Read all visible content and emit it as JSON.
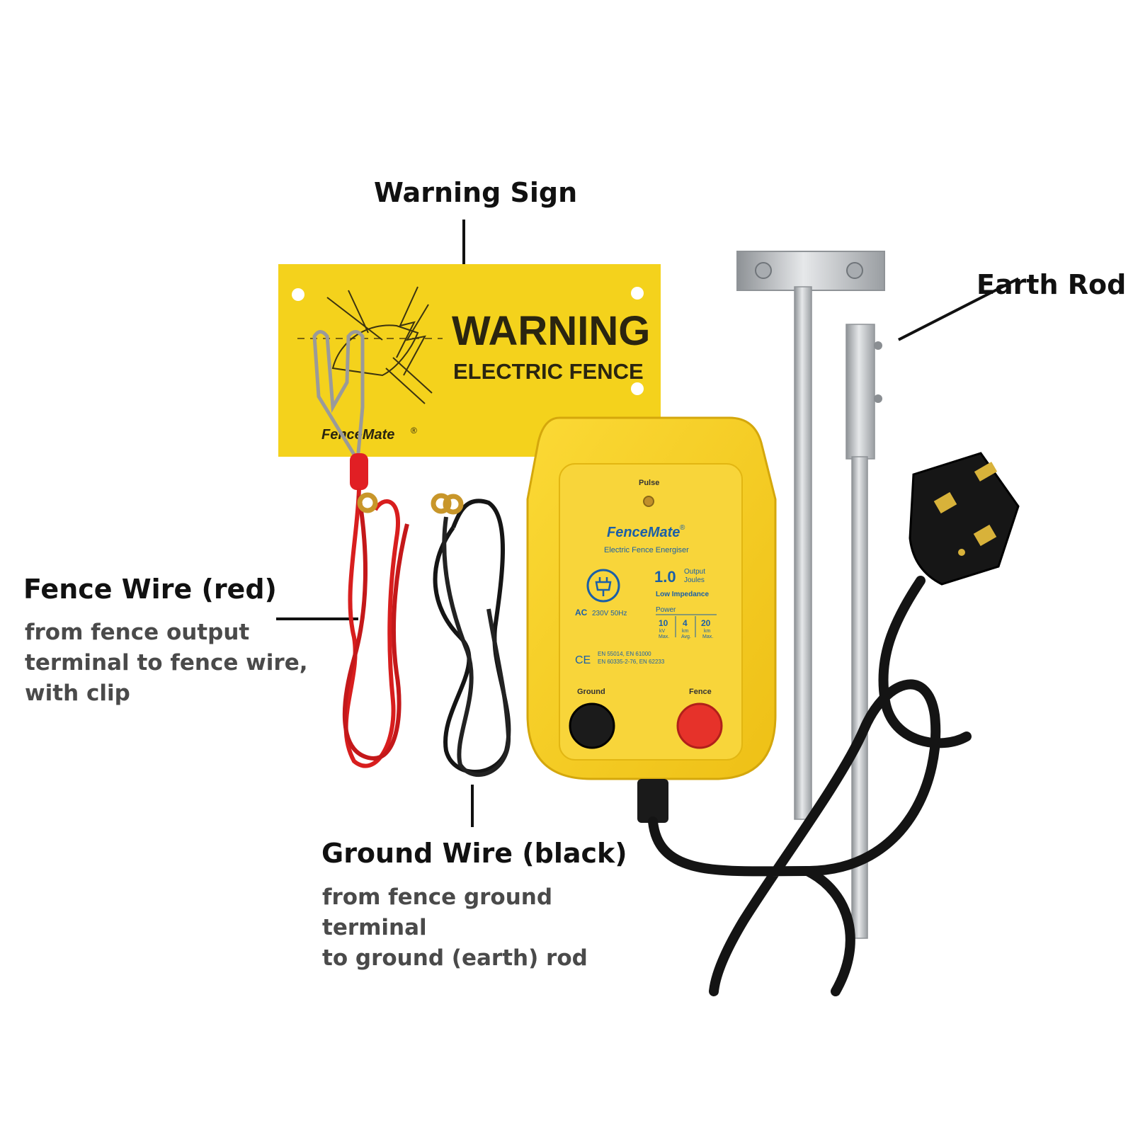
{
  "labels": {
    "warning_sign": "Warning Sign",
    "earth_rod": "Earth Rod",
    "fence_wire_title": "Fence Wire (red)",
    "fence_wire_desc": [
      "from fence output",
      "terminal to fence wire,",
      "with clip"
    ],
    "ground_wire_title": "Ground Wire (black)",
    "ground_wire_desc": [
      "from fence ground terminal",
      "to ground (earth) rod"
    ]
  },
  "sign": {
    "headline": "WARNING",
    "subline": "ELECTRIC FENCE",
    "brand": "FenceMate",
    "reg": "®"
  },
  "energiser": {
    "pulse": "Pulse",
    "brand": "FenceMate",
    "reg": "®",
    "product": "Electric Fence Energiser",
    "output_value": "1.0",
    "output_label_1": "Output",
    "output_label_2": "Joules",
    "impedance": "Low Impedance",
    "power_label": "Power",
    "specs": [
      {
        "value": "10",
        "unit": "kV",
        "note": "Max."
      },
      {
        "value": "4",
        "unit": "km",
        "note": "Avg."
      },
      {
        "value": "20",
        "unit": "km",
        "note": "Max."
      }
    ],
    "ac": "AC",
    "voltage": "230V 50Hz",
    "ce": "CE",
    "standards_1": "EN 55014, EN 61000",
    "standards_2": "EN 60335-2-76, EN 62233",
    "ground_label": "Ground",
    "fence_label": "Fence"
  },
  "colors": {
    "sign_yellow": "#f4d21c",
    "body_yellow": "#f6cf22",
    "brand_blue": "#1a5fa8",
    "red_wire": "#d81e1e",
    "black_wire": "#151515",
    "steel": "#b9bcc0",
    "label_text": "#111111",
    "desc_text": "#4a4a4a"
  }
}
